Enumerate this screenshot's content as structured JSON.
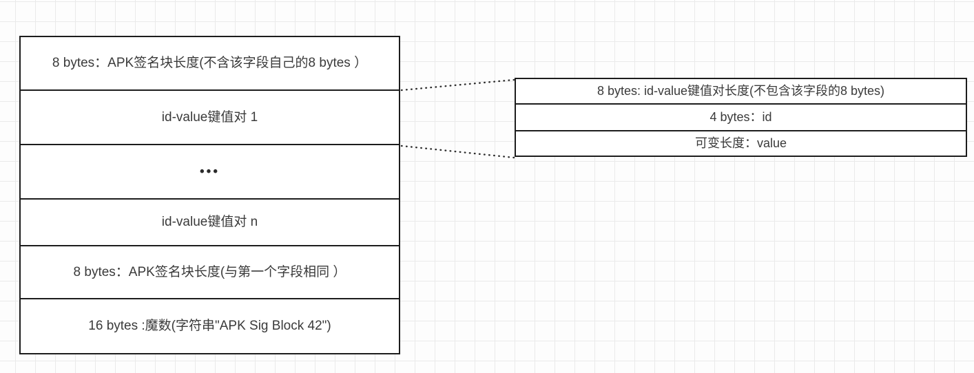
{
  "left_block": {
    "rows": [
      "8 bytes：APK签名块长度(不含该字段自己的8 bytes ）",
      "id-value键值对 1",
      "•••",
      "id-value键值对 n",
      "8 bytes：APK签名块长度(与第一个字段相同 ）",
      "16 bytes :魔数(字符串\"APK Sig Block 42\")"
    ]
  },
  "right_block": {
    "rows": [
      "8 bytes: id-value键值对长度(不包含该字段的8 bytes)",
      "4 bytes：id",
      "可变长度：value"
    ]
  },
  "colors": {
    "box_border": "#1c1c1c",
    "grid_line": "#eaeaea",
    "text": "#3a3a3a",
    "connector": "#2f2f2f"
  }
}
